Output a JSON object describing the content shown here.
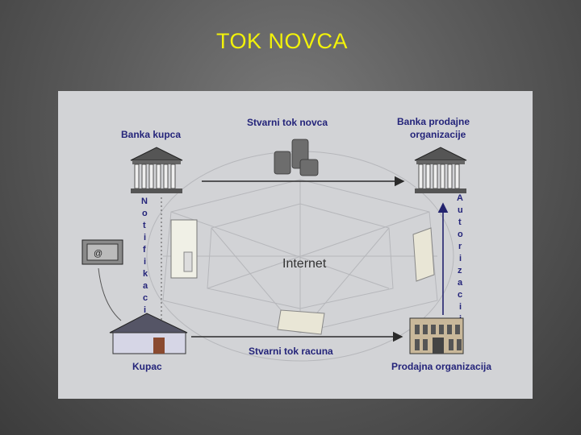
{
  "slide": {
    "title": "TOK NOVCA"
  },
  "diagram": {
    "bank_buyer": "Banka  kupca",
    "actual_money_flow": "Stvarni tok novca",
    "bank_seller_line1": "Banka prodajne",
    "bank_seller_line2": "organizacije",
    "internet": "Internet",
    "buyer": "Kupac",
    "actual_invoice_flow": "Stvarni tok racuna",
    "seller": "Prodajna organizacija",
    "notification_vertical": "Notifikacija",
    "authorization_vertical": "Autorizacija"
  },
  "colors": {
    "title": "#f2f20a",
    "labels": "#24247a",
    "panel": "#d2d3d6"
  }
}
